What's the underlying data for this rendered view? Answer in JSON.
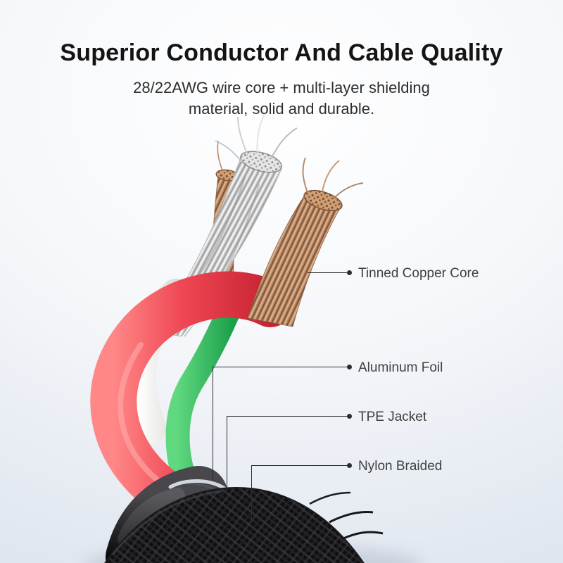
{
  "header": {
    "title": "Superior Conductor And Cable Quality",
    "subtitle_line1": "28/22AWG wire core + multi-layer shielding",
    "subtitle_line2": "material, solid and durable."
  },
  "callouts": [
    {
      "label": "Tinned Copper Core",
      "target": "tinned-copper-core"
    },
    {
      "label": "Aluminum Foil",
      "target": "aluminum-foil"
    },
    {
      "label": "TPE Jacket",
      "target": "tpe-jacket"
    },
    {
      "label": "Nylon Braided",
      "target": "nylon-braided"
    }
  ],
  "illustration": {
    "colors": {
      "wire_red": "#e0343f",
      "wire_green": "#27ae4e",
      "wire_white": "#f2f2ef",
      "copper": "#b58565",
      "tinned_silver": "#d2d2d2",
      "tpe_jacket": "#1a1a1d",
      "nylon_braid": "#111113",
      "aluminum_foil": "#d2d7de"
    }
  },
  "style": {
    "background_top": "#ffffff",
    "background_bottom": "#dde4ee",
    "title_color": "#141414",
    "subtitle_color": "#2e2e2e",
    "label_color": "#3f3f3f",
    "line_color": "#2d2d2d"
  }
}
